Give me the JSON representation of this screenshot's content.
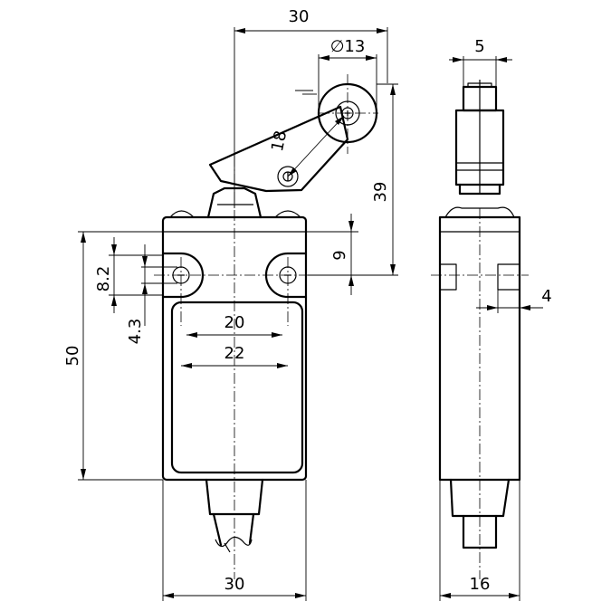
{
  "dimensions": {
    "top_width": "30",
    "roller_diameter": "∅13",
    "lever_length": "18",
    "overall_height": "39",
    "mount_offset": "9",
    "hole_spacing_vertical": "8.2",
    "hole_diameter": "4.3",
    "hole_spacing_inner": "20",
    "hole_spacing_outer": "22",
    "body_height": "50",
    "bottom_width": "30",
    "side_depth": "16",
    "roller_width": "5",
    "side_slot": "4"
  }
}
